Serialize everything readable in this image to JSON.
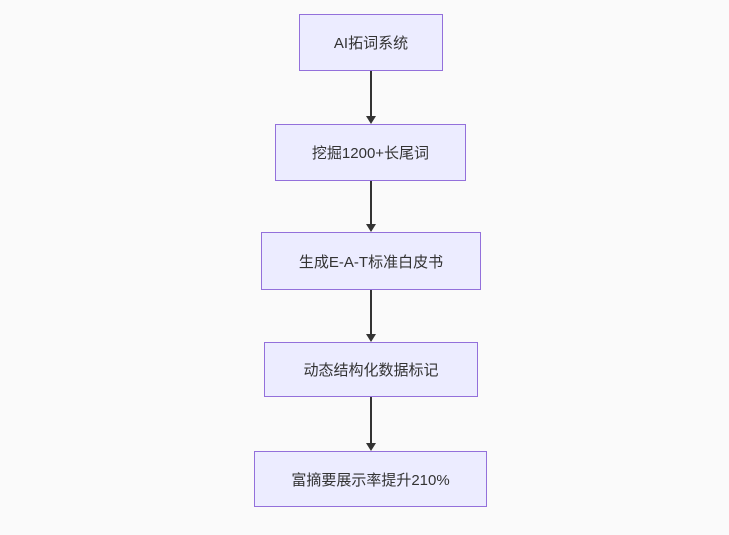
{
  "flowchart": {
    "type": "flowchart-top-down",
    "background_color": "#fafafa",
    "node_fill_color": "#ececff",
    "node_border_color": "#9370db",
    "edge_color": "#333333",
    "text_color": "#333333",
    "nodes": [
      {
        "id": "node-1",
        "label": "AI拓词系统"
      },
      {
        "id": "node-2",
        "label": "挖掘1200+长尾词"
      },
      {
        "id": "node-3",
        "label": "生成E-A-T标准白皮书"
      },
      {
        "id": "node-4",
        "label": "动态结构化数据标记"
      },
      {
        "id": "node-5",
        "label": "富摘要展示率提升210%"
      }
    ],
    "edges": [
      {
        "from": "node-1",
        "to": "node-2",
        "style": "arrow-down"
      },
      {
        "from": "node-2",
        "to": "node-3",
        "style": "arrow-down"
      },
      {
        "from": "node-3",
        "to": "node-4",
        "style": "arrow-down"
      },
      {
        "from": "node-4",
        "to": "node-5",
        "style": "arrow-down"
      }
    ]
  }
}
